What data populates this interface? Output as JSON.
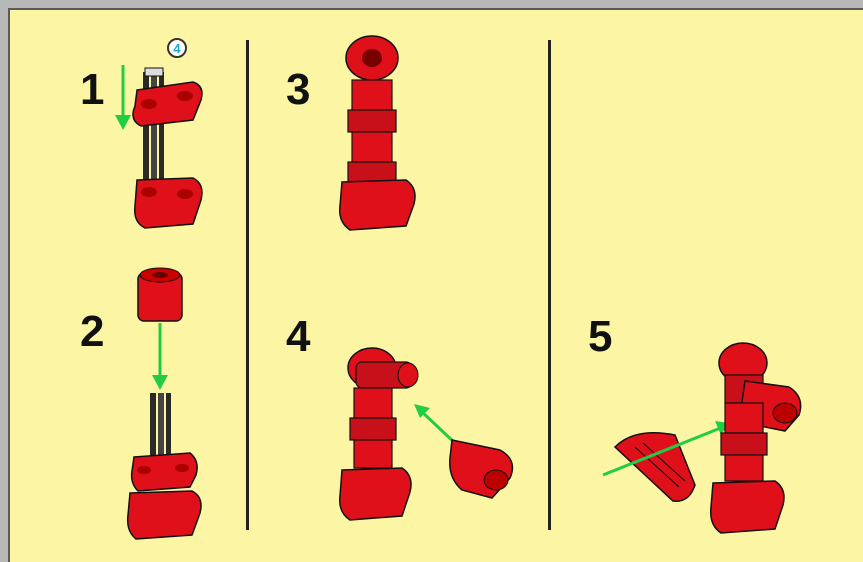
{
  "steps": [
    {
      "number": "1",
      "part_count": "4"
    },
    {
      "number": "2"
    },
    {
      "number": "3"
    },
    {
      "number": "4"
    },
    {
      "number": "5"
    }
  ],
  "colors": {
    "background": "#fcf6a4",
    "brick_red": "#e0101a",
    "arrow_green": "#22cc44",
    "axle_black": "#2a2a2a",
    "divider": "#222222"
  },
  "icons": [
    "arrow-down-icon",
    "arrow-diagonal-icon"
  ]
}
